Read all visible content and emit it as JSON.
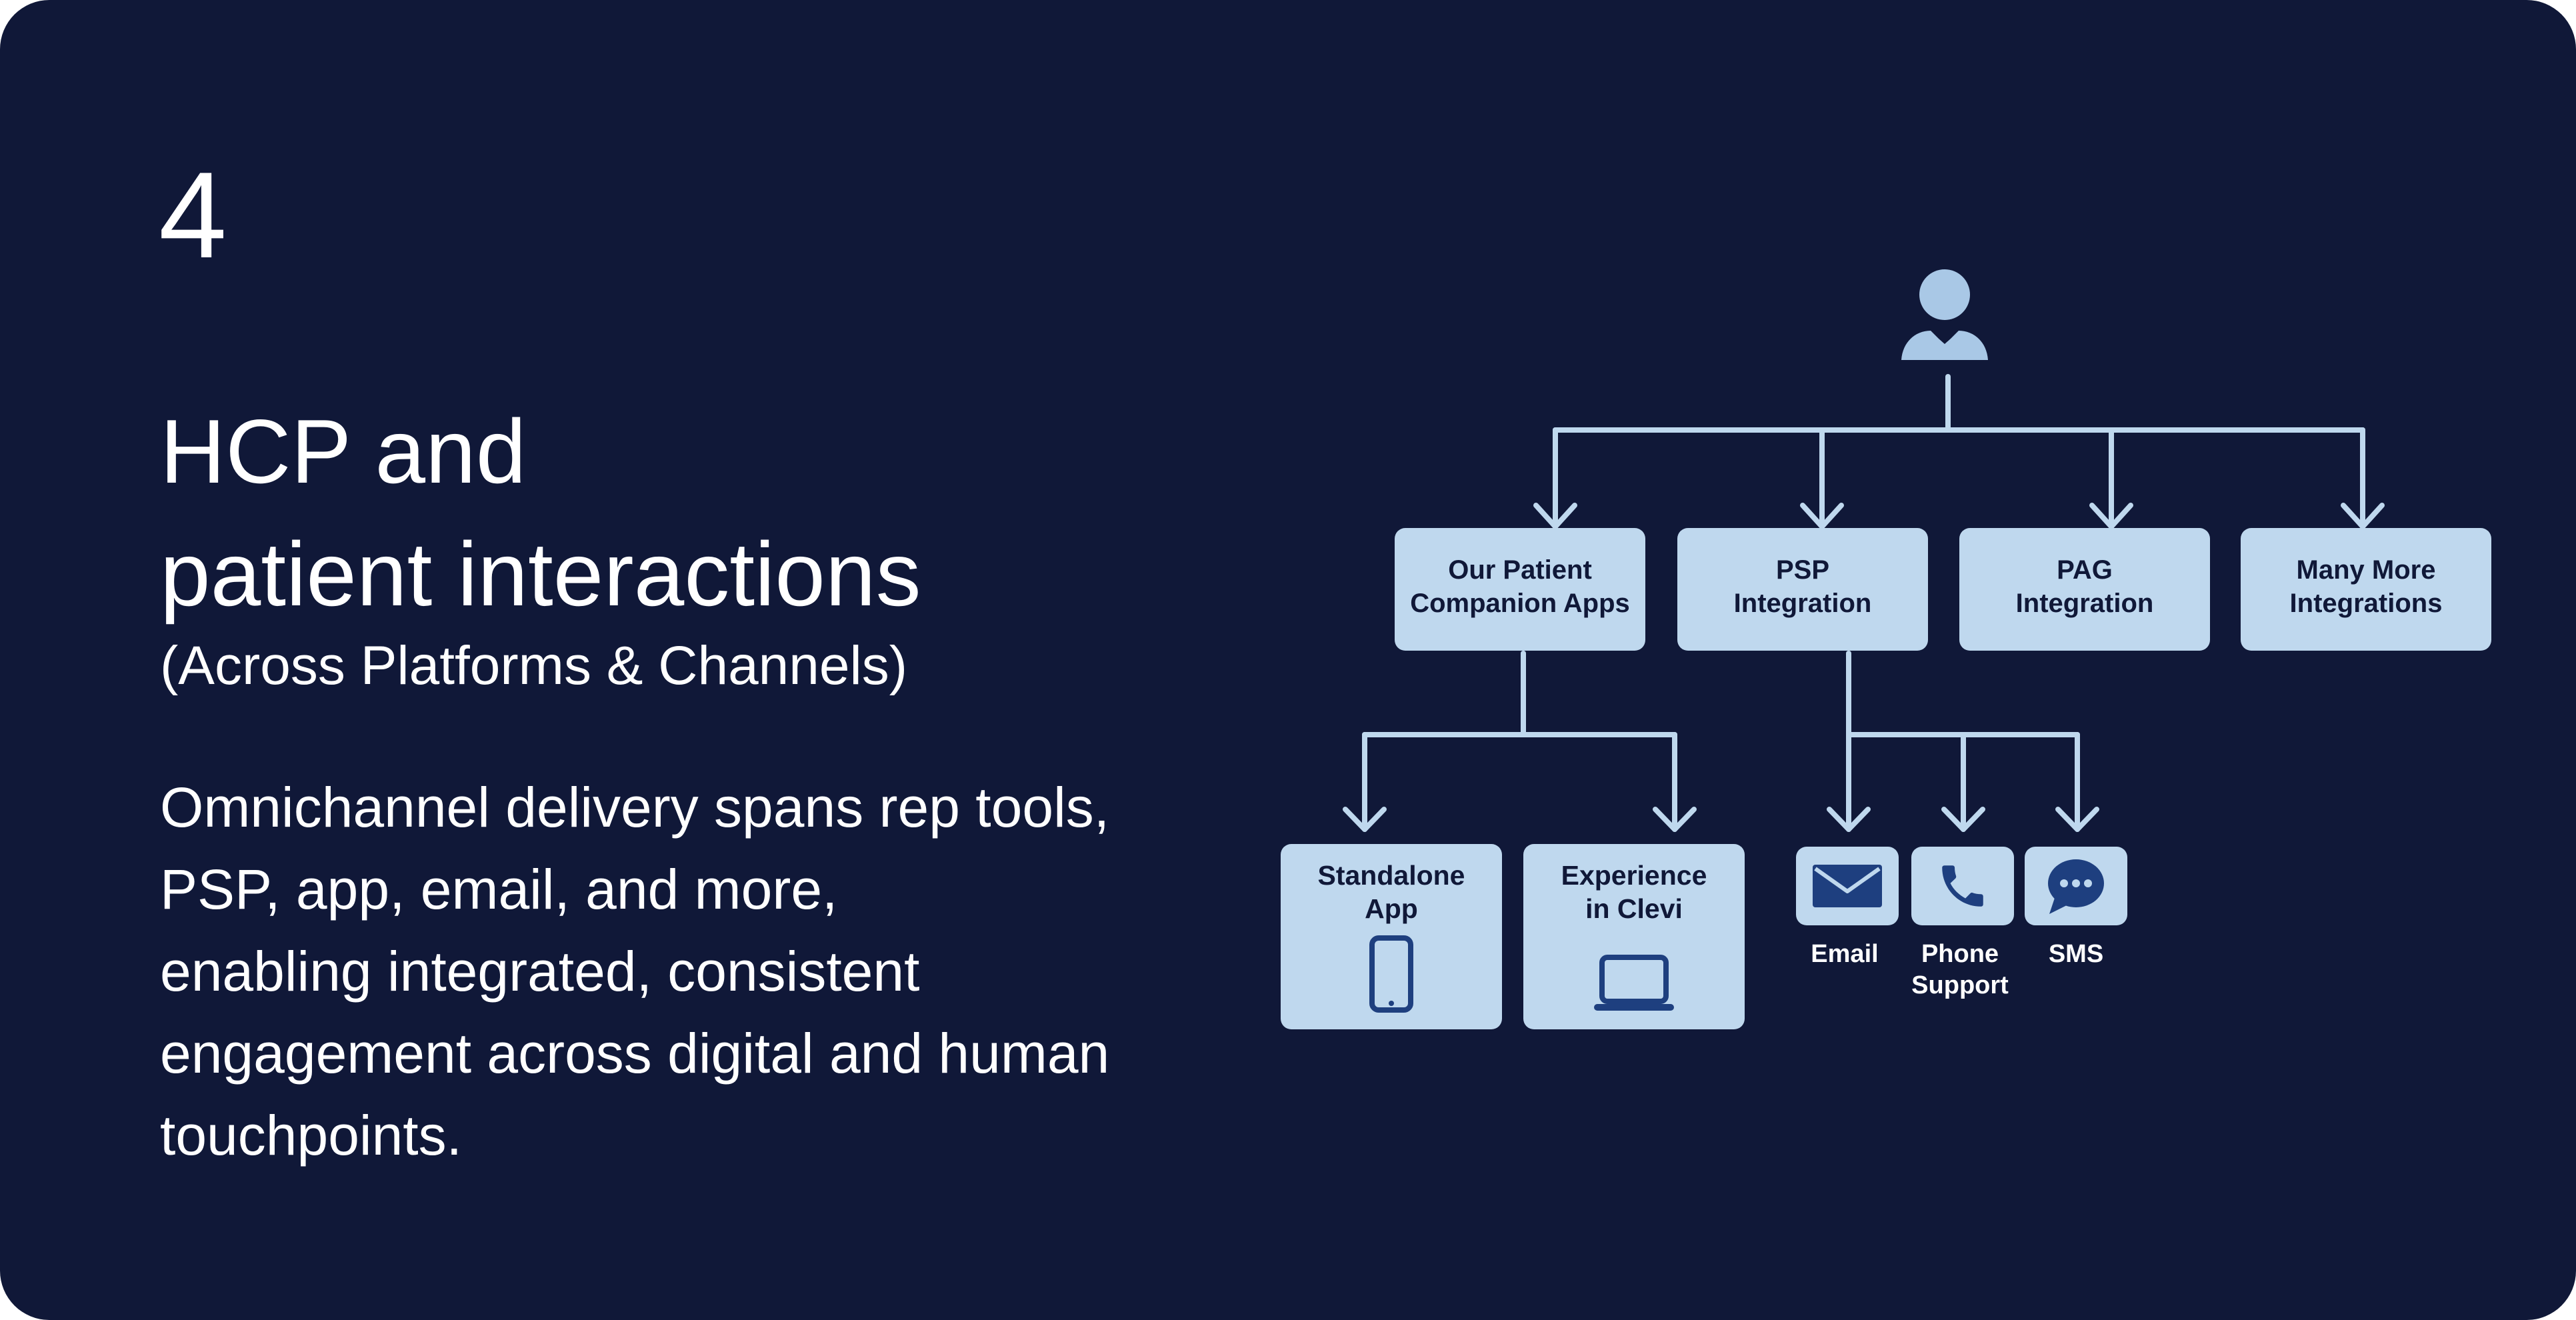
{
  "step_number": "4",
  "title": {
    "line1": "HCP and",
    "line2": "patient interactions"
  },
  "subtitle": "(Across Platforms & Channels)",
  "body": {
    "line1": "Omnichannel delivery spans rep tools,",
    "line2": "PSP, app, email, and more,",
    "line3": "enabling integrated, consistent",
    "line4": "engagement across digital and human",
    "line5": "touchpoints."
  },
  "diagram": {
    "root_icon": "person-icon",
    "level1": [
      {
        "line1": "Our Patient",
        "line2": "Companion Apps"
      },
      {
        "line1": "PSP",
        "line2": "Integration"
      },
      {
        "line1": "PAG",
        "line2": "Integration"
      },
      {
        "line1": "Many More",
        "line2": "Integrations"
      }
    ],
    "apps_children": [
      {
        "line1": "Standalone",
        "line2": "App",
        "icon": "smartphone-icon"
      },
      {
        "line1": "Experience",
        "line2": "in Clevi",
        "icon": "laptop-icon"
      }
    ],
    "psp_channels": [
      {
        "line1": "Email",
        "line2": "",
        "icon": "envelope-icon"
      },
      {
        "line1": "Phone",
        "line2": "Support",
        "icon": "phone-icon"
      },
      {
        "line1": "SMS",
        "line2": "",
        "icon": "chat-bubble-icon"
      }
    ]
  },
  "colors": {
    "background": "#101838",
    "box_fill": "#bfd8ee",
    "connector": "#bfd8ee",
    "icon": "#1e3f7f",
    "text_on_dark": "#ffffff",
    "text_on_box": "#101838"
  }
}
